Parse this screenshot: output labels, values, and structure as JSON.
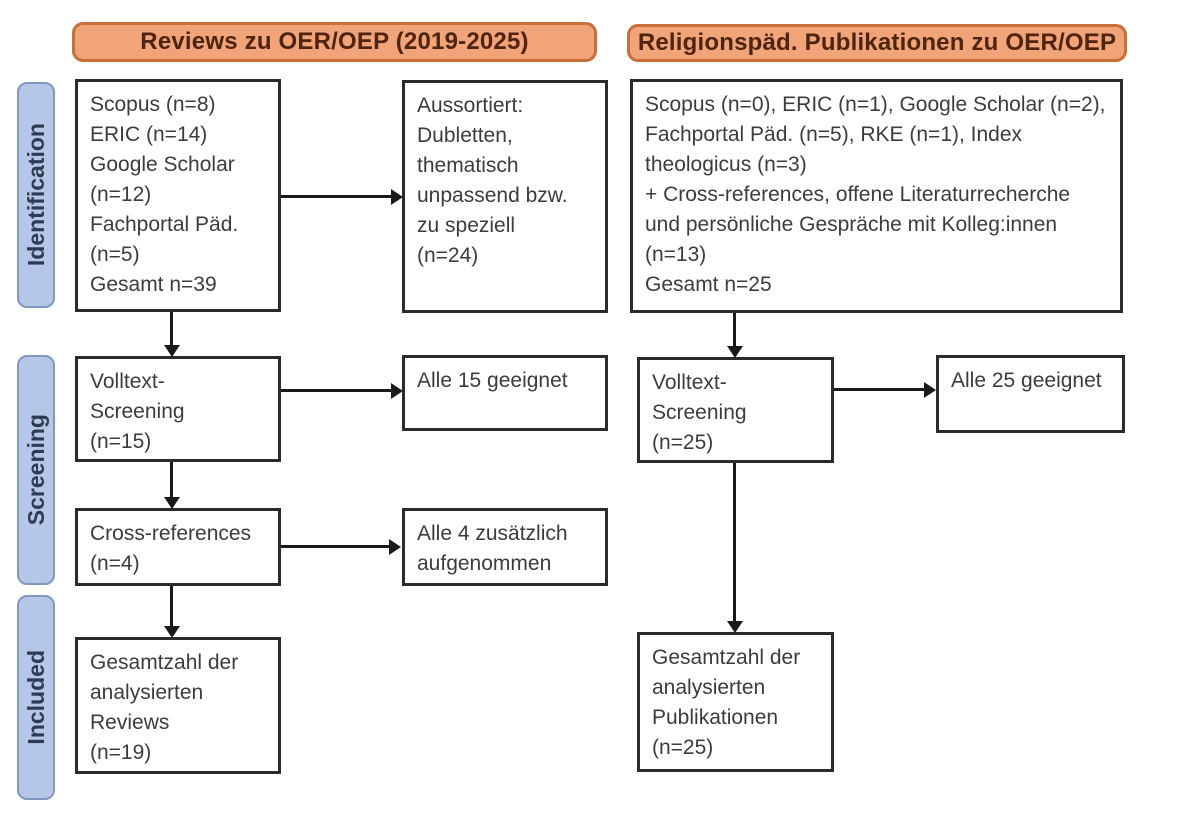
{
  "headers": {
    "left": "Reviews zu OER/OEP (2019-2025)",
    "right": "Religionspäd. Publikationen zu OER/OEP"
  },
  "stages": [
    {
      "label": "Identification"
    },
    {
      "label": "Screening"
    },
    {
      "label": "Included"
    }
  ],
  "left_flow": {
    "identification_box": [
      "Scopus (n=8)",
      "ERIC (n=14)",
      "Google Scholar",
      "(n=12)",
      "Fachportal Päd.",
      "(n=5)",
      "Gesamt n=39"
    ],
    "excluded_box": [
      "Aussortiert:",
      "Dubletten,",
      "thematisch",
      "unpassend bzw.",
      "zu speziell",
      "(n=24)"
    ],
    "fulltext_box": [
      "Volltext-",
      "Screening",
      "(n=15)"
    ],
    "fulltext_result_box": "Alle 15 geeignet",
    "crossref_box": [
      "Cross-references",
      "(n=4)"
    ],
    "crossref_result_box": [
      "Alle 4 zusätzlich",
      "aufgenommen"
    ],
    "included_box": [
      "Gesamtzahl der",
      "analysierten",
      "Reviews",
      "(n=19)"
    ]
  },
  "right_flow": {
    "identification_box": [
      "Scopus (n=0), ERIC (n=1), Google Scholar (n=2),",
      "Fachportal Päd. (n=5), RKE (n=1), Index",
      "theologicus (n=3)",
      "+ Cross-references, offene Literaturrecherche",
      "und persönliche Gespräche mit Kolleg:innen",
      "(n=13)",
      "Gesamt n=25"
    ],
    "fulltext_box": [
      "Volltext-",
      "Screening",
      "(n=25)"
    ],
    "fulltext_result_box": "Alle 25 geeignet",
    "included_box": [
      "Gesamtzahl der",
      "analysierten",
      "Publikationen",
      "(n=25)"
    ]
  },
  "colors": {
    "header_fill": "#f0a478",
    "header_border": "#c86f3a",
    "header_text": "#4f2410",
    "stage_fill": "#b4c7e7",
    "stage_border": "#8097bf",
    "stage_text": "#2f3b50",
    "box_border": "#2b2b2b",
    "box_text": "#3c3c3c",
    "arrow": "#1a1a1a"
  }
}
